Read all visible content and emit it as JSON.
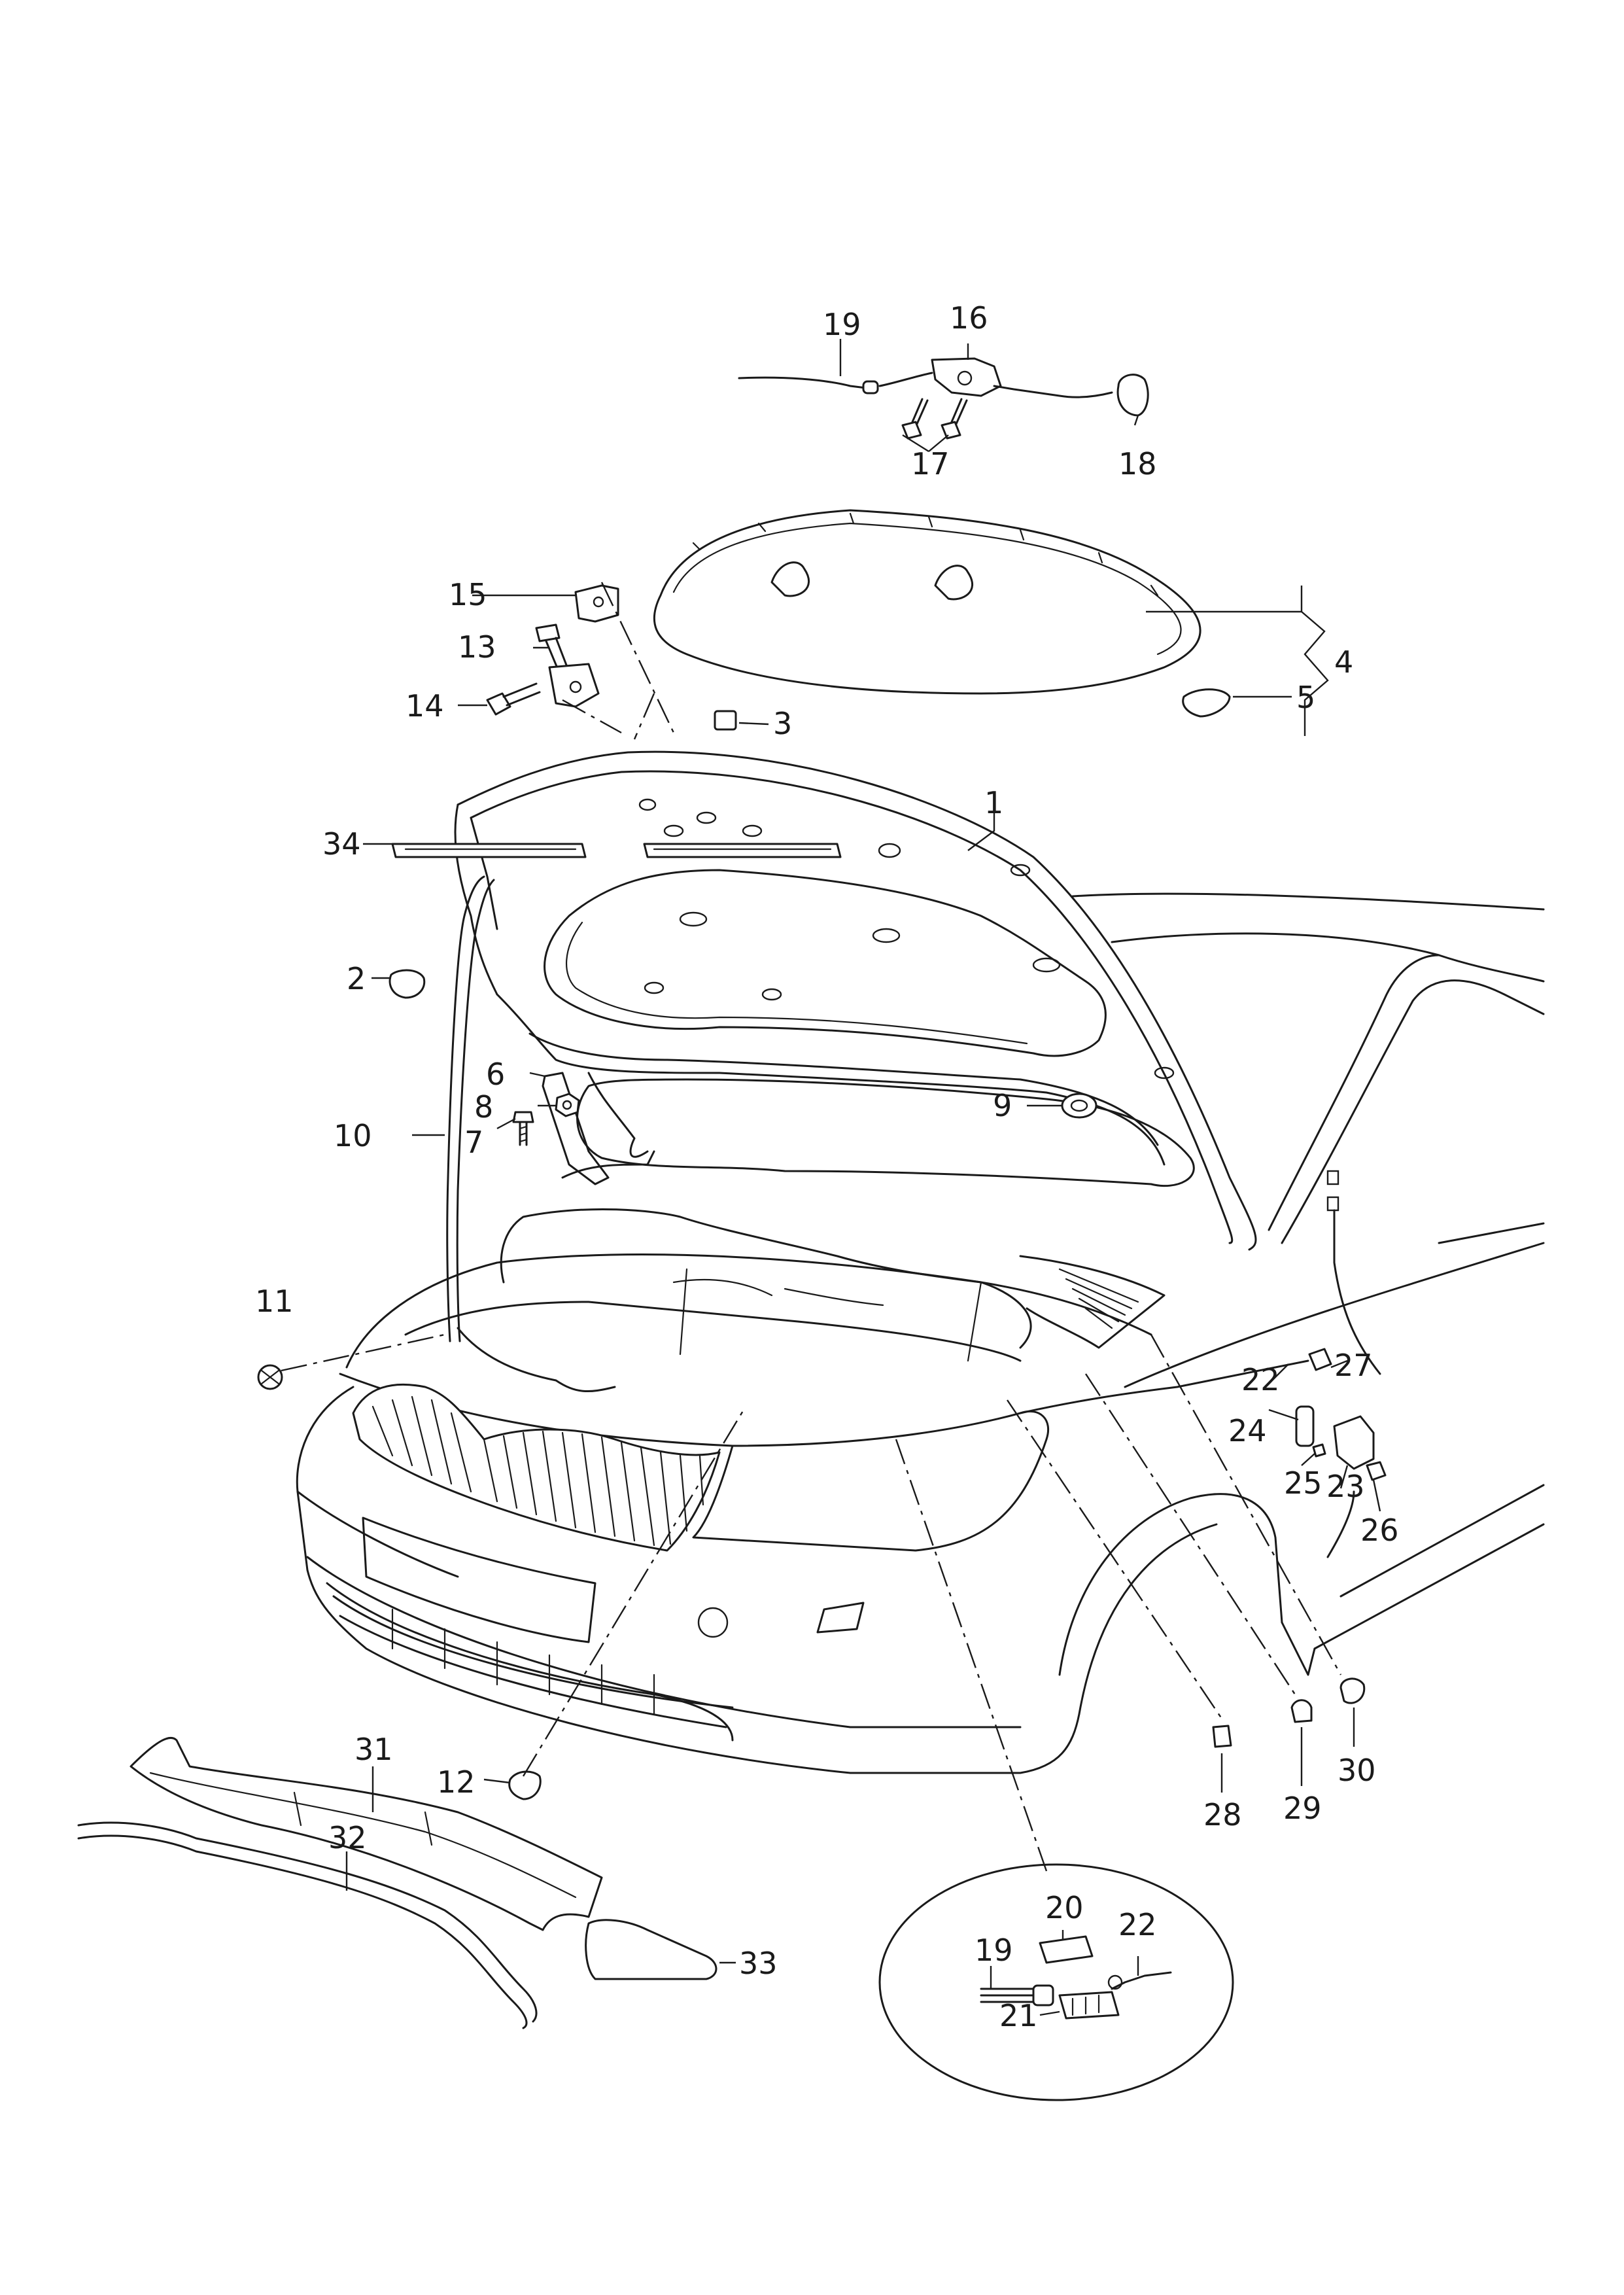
{
  "labels": {
    "p1": "1",
    "p2": "2",
    "p3": "3",
    "p4": "4",
    "p5": "5",
    "p6": "6",
    "p7": "7",
    "p8": "8",
    "p9": "9",
    "p10": "10",
    "p11": "11",
    "p12": "12",
    "p13": "13",
    "p14": "14",
    "p15": "15",
    "p16": "16",
    "p17": "17",
    "p18": "18",
    "p19": "19",
    "p19b": "19",
    "p20": "20",
    "p21": "21",
    "p22": "22",
    "p22b": "22",
    "p23": "23",
    "p24": "24",
    "p25": "25",
    "p26": "26",
    "p27": "27",
    "p28": "28",
    "p29": "29",
    "p30": "30",
    "p31": "31",
    "p32": "32",
    "p33": "33",
    "p34": "34"
  }
}
